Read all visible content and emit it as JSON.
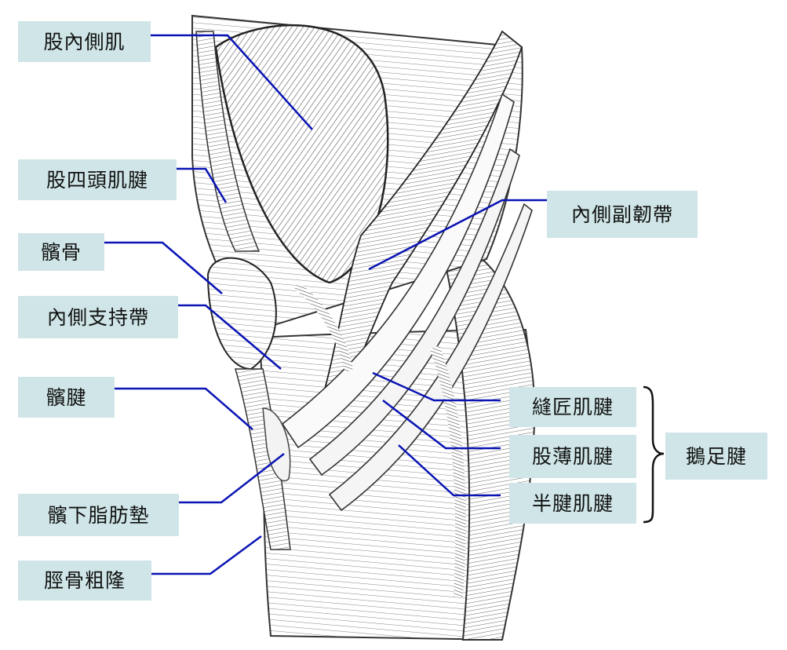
{
  "labels": {
    "vastus_medialis": "股內側肌",
    "quadriceps_tendon": "股四頭肌腱",
    "patella": "髕骨",
    "medial_retinaculum": "內側支持帶",
    "patellar_tendon": "髕腱",
    "infrapatellar_fat_pad": "髕下脂肪墊",
    "tibial_tuberosity": "脛骨粗隆",
    "mcl": "內側副韌帶",
    "sartorius_tendon": "縫匠肌腱",
    "gracilis_tendon": "股薄肌腱",
    "semitendinosus_tendon": "半腱肌腱",
    "pes_anserinus": "鵝足腱"
  },
  "colors": {
    "leader_line": "#0a14b4",
    "label_bg": "#cfe5e7"
  }
}
